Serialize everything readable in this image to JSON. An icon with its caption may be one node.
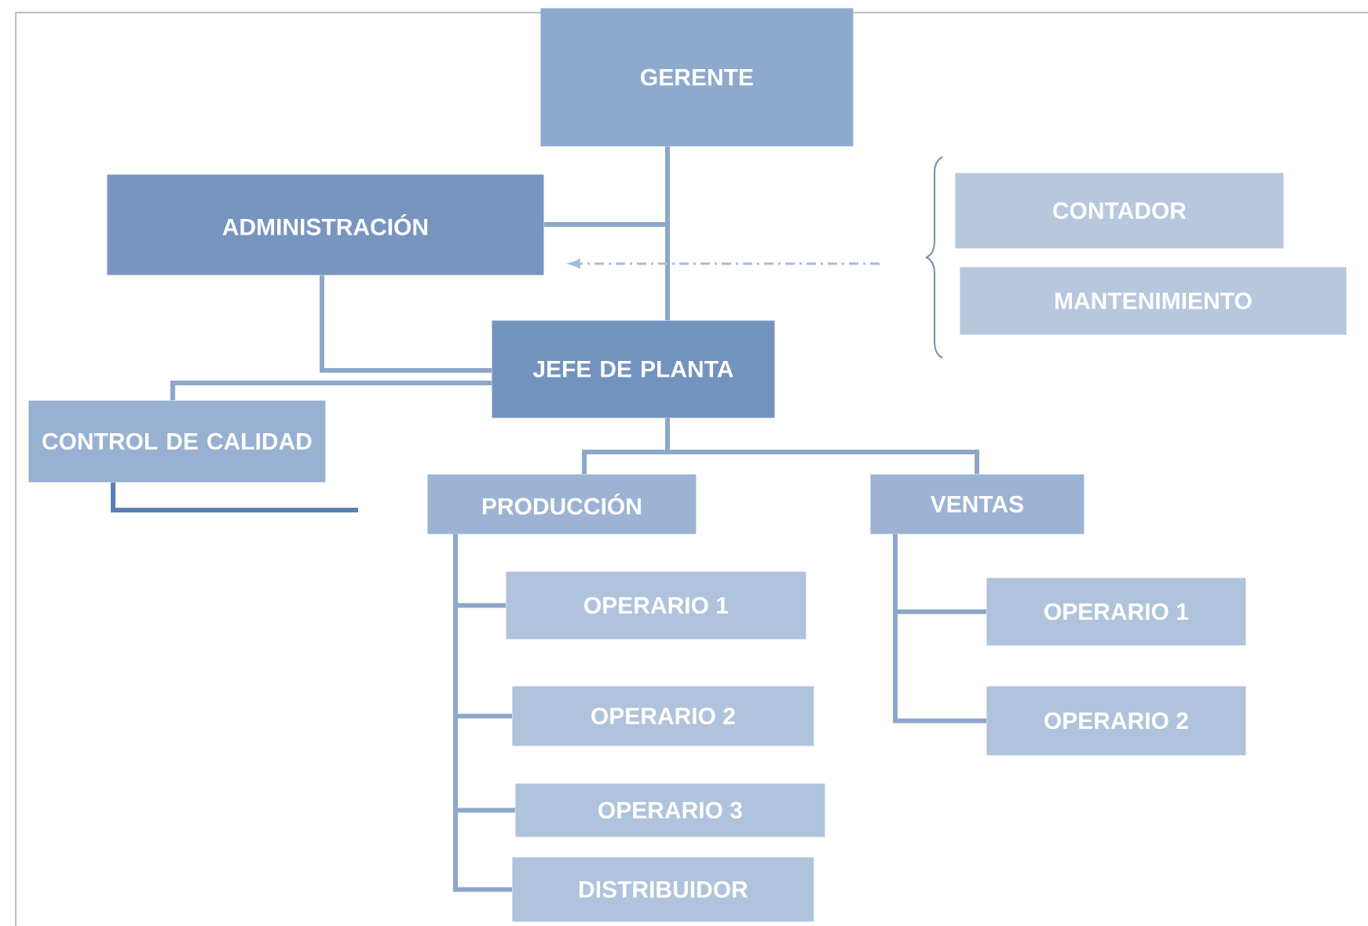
{
  "diagram": {
    "nodes": [
      {
        "text": [
          "GERENTE"
        ]
      },
      {
        "text": [
          "ADMINISTRACIÓN"
        ]
      },
      {
        "text": [
          "CONTADOR"
        ]
      },
      {
        "text": [
          "MANTENIMIENTO"
        ]
      },
      {
        "text": [
          "JEFE DE PLANTA"
        ]
      },
      {
        "text": [
          "CONTROL DE CALIDAD"
        ]
      },
      {
        "text": [
          "PRODUCCIÓN"
        ]
      },
      {
        "text": [
          "VENTAS"
        ]
      },
      {
        "text": [
          "OPERARIO 1"
        ]
      },
      {
        "text": [
          "OPERARIO 2"
        ]
      },
      {
        "text": [
          "OPERARIO 3"
        ]
      },
      {
        "text": [
          "DISTRIBUIDOR"
        ]
      },
      {
        "text": [
          "OPERARIO 1"
        ]
      },
      {
        "text": [
          "OPERARIO 2"
        ]
      }
    ],
    "edges": [
      {
        "from": 0,
        "to": 4,
        "arrow": "none"
      },
      {
        "from": 0,
        "to": 1,
        "arrow": "none"
      },
      {
        "from": null,
        "to": 1,
        "arrow": "to",
        "style": "dashed"
      },
      {
        "from": 1,
        "to": 4,
        "arrow": "none"
      },
      {
        "from": 4,
        "to": 5,
        "arrow": "none"
      },
      {
        "from": 5,
        "to": null,
        "arrow": "none",
        "color": "#5b7fb0"
      },
      {
        "from": 4,
        "to": 6,
        "arrow": "none"
      },
      {
        "from": 4,
        "to": 7,
        "arrow": "none"
      },
      {
        "from": 6,
        "to": 8,
        "arrow": "none"
      },
      {
        "from": 6,
        "to": 9,
        "arrow": "none"
      },
      {
        "from": 6,
        "to": 10,
        "arrow": "none"
      },
      {
        "from": 6,
        "to": 11,
        "arrow": "none"
      },
      {
        "from": 7,
        "to": 12,
        "arrow": "none"
      },
      {
        "from": 7,
        "to": 13,
        "arrow": "none"
      }
    ]
  }
}
